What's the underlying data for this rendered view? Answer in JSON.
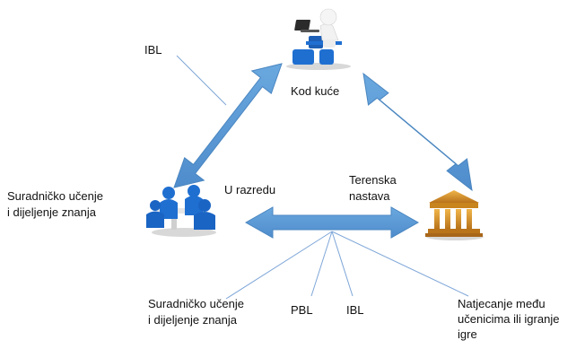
{
  "nodes": {
    "home": {
      "label": "Kod kuće",
      "icon": "person-laptop-icon"
    },
    "classroom": {
      "label": "U razredu",
      "icon": "team-meeting-icon"
    },
    "field": {
      "label": "Terenska\nnastava",
      "icon": "museum-building-icon"
    }
  },
  "annotations": {
    "ibl_top": "IBL",
    "collab_left": "Suradničko učenje\ni dijeljenje znanja",
    "collab_bottom": "Suradničko učenje\ni dijeljenje znanja",
    "pbl": "PBL",
    "ibl_bottom": "IBL",
    "competition": "Natjecanje među\nučenicima ili igranje\nigre"
  },
  "colors": {
    "arrow": "#5b9bd5",
    "arrow_edge": "#4a86c0",
    "connector": "#7ea6d8",
    "icon_blue": "#1f6fd1",
    "building": "#c8841d"
  }
}
